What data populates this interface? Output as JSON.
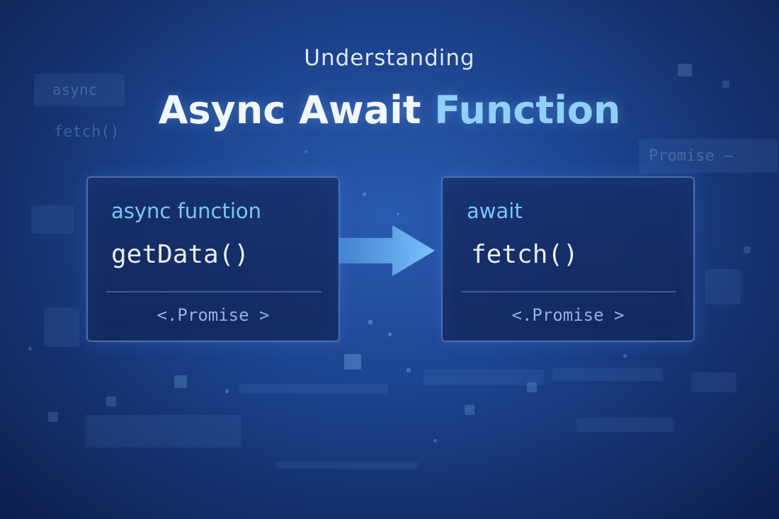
{
  "heading": {
    "subtitle": "Understanding",
    "title_part1": "Async Await",
    "title_part2": "Function"
  },
  "cards": [
    {
      "keyword": "async function",
      "call": "getData()",
      "promise": "<.Promise >"
    },
    {
      "keyword": "await",
      "call": "fetch()",
      "promise": "<.Promise >"
    }
  ],
  "background_text": {
    "async": "async",
    "fetch": "fetch()",
    "promise": "Promise —"
  },
  "colors": {
    "accent": "#8fd0ff",
    "keyword": "#78c6ff",
    "arrow": "#6bb8f5",
    "background": "#1d4590"
  },
  "icons": {
    "arrow": "right-arrow-icon"
  }
}
